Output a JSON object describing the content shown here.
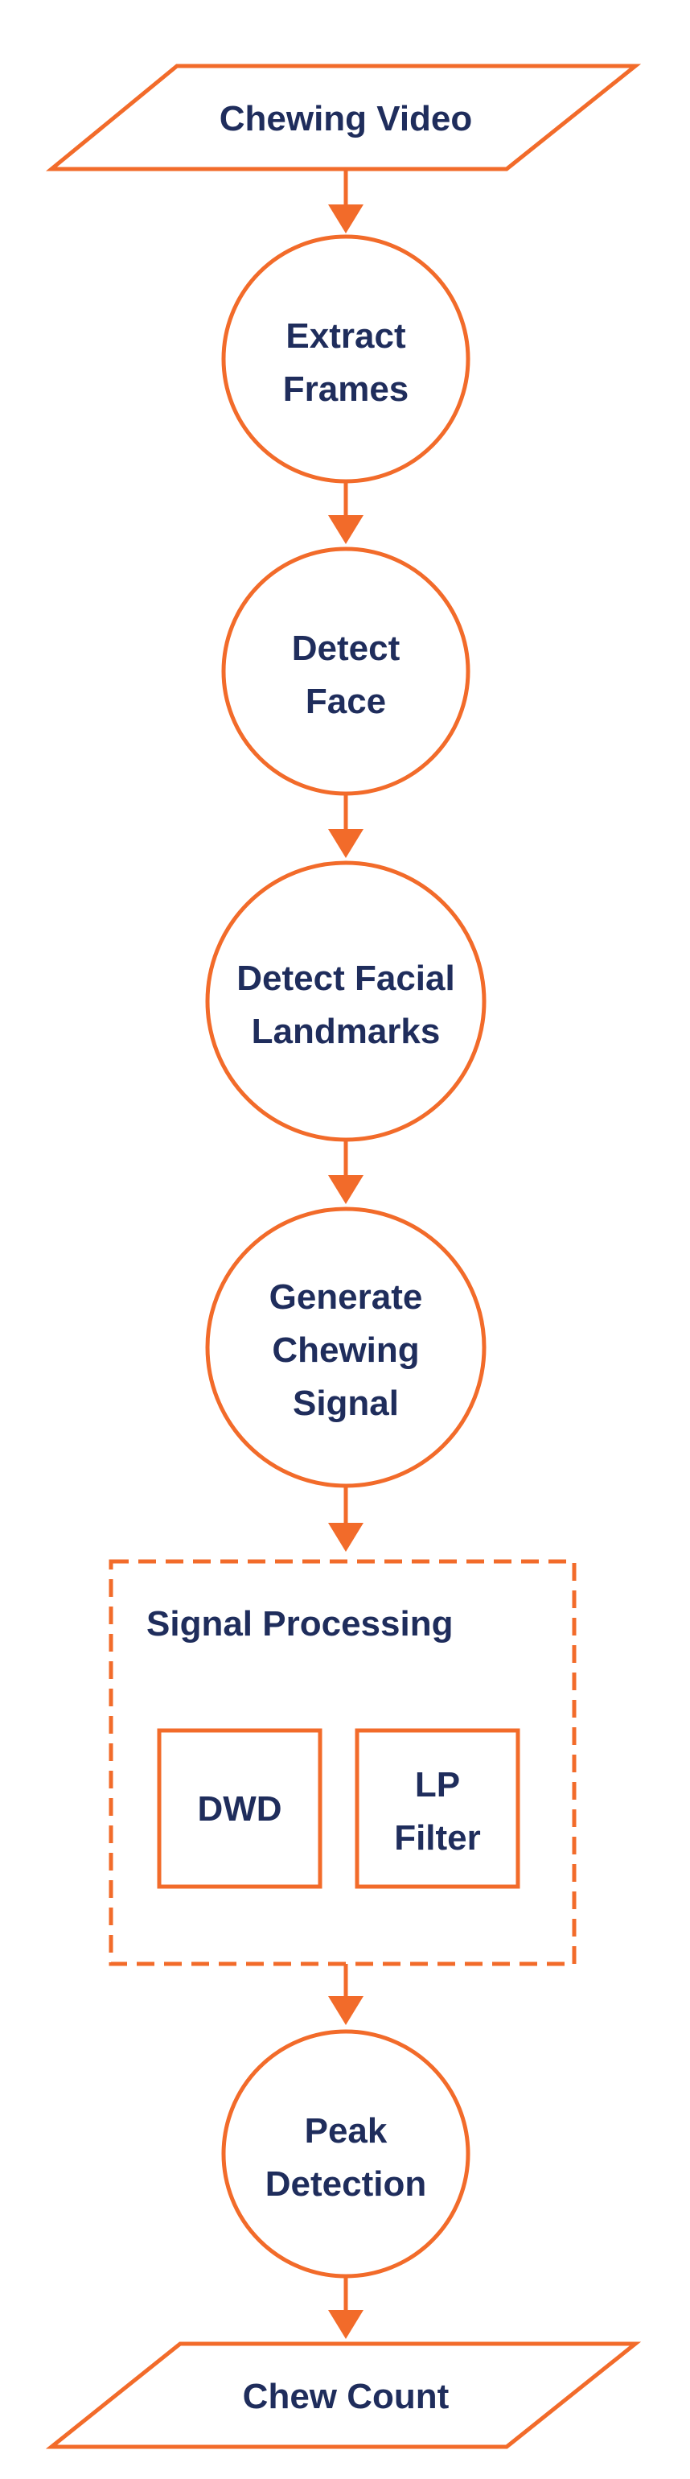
{
  "colors": {
    "stroke": "#f26b2a",
    "text": "#1f2d5c",
    "background": "#ffffff"
  },
  "nodes": {
    "input": {
      "shape": "parallelogram",
      "lines": [
        "Chewing Video"
      ]
    },
    "extract_frames": {
      "shape": "circle",
      "lines": [
        "Extract",
        "Frames"
      ]
    },
    "detect_face": {
      "shape": "circle",
      "lines": [
        "Detect",
        "Face"
      ]
    },
    "detect_landmarks": {
      "shape": "circle",
      "lines": [
        "Detect Facial",
        "Landmarks"
      ]
    },
    "generate_signal": {
      "shape": "circle",
      "lines": [
        "Generate",
        "Chewing",
        "Signal"
      ]
    },
    "signal_processing": {
      "shape": "dashed-group",
      "title": "Signal Processing",
      "children": {
        "dwd": {
          "shape": "rectangle",
          "lines": [
            "DWD"
          ]
        },
        "lp_filter": {
          "shape": "rectangle",
          "lines": [
            "LP",
            "Filter"
          ]
        }
      }
    },
    "peak_detection": {
      "shape": "circle",
      "lines": [
        "Peak",
        "Detection"
      ]
    },
    "output": {
      "shape": "parallelogram",
      "lines": [
        "Chew Count"
      ]
    }
  },
  "edges": [
    {
      "from": "input",
      "to": "extract_frames"
    },
    {
      "from": "extract_frames",
      "to": "detect_face"
    },
    {
      "from": "detect_face",
      "to": "detect_landmarks"
    },
    {
      "from": "detect_landmarks",
      "to": "generate_signal"
    },
    {
      "from": "generate_signal",
      "to": "signal_processing"
    },
    {
      "from": "signal_processing",
      "to": "peak_detection"
    },
    {
      "from": "peak_detection",
      "to": "output"
    }
  ]
}
